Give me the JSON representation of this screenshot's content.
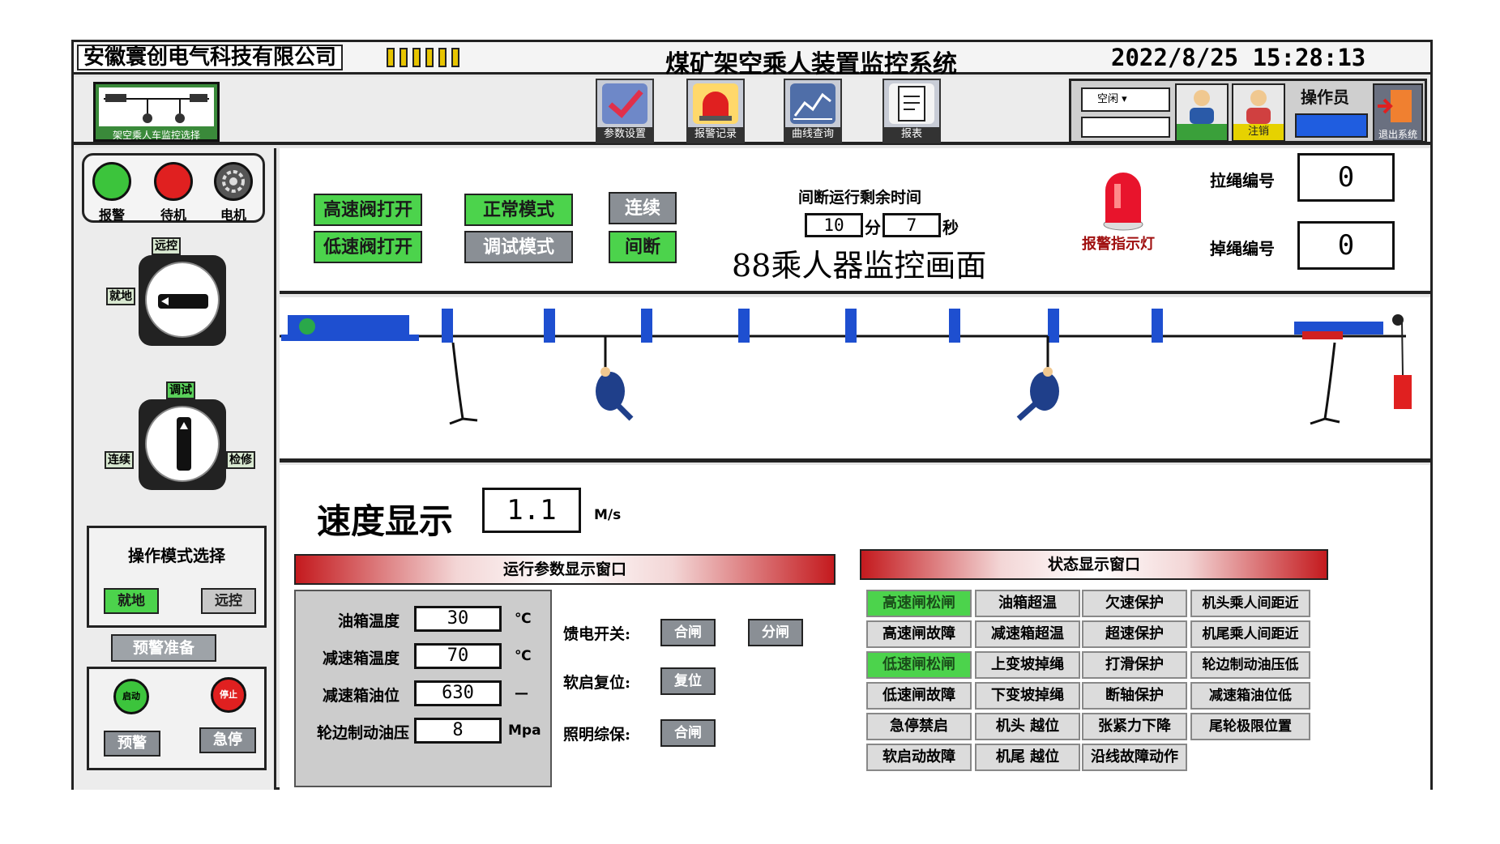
{
  "header": {
    "company": "安徽寰创电气科技有限公司",
    "title": "煤矿架空乘人装置监控系统",
    "datetime": "2022/8/25 15:28:13"
  },
  "toolbar": {
    "logo_label": "架空乘人车监控选择",
    "buttons": [
      {
        "label": "参数设置",
        "icon": "checkmark-icon"
      },
      {
        "label": "报警记录",
        "icon": "alarm-light-icon"
      },
      {
        "label": "曲线查询",
        "icon": "chart-icon"
      },
      {
        "label": "报表",
        "icon": "document-icon"
      }
    ],
    "user": {
      "select_value": "空闲",
      "login_label": "",
      "checkout_label": "注销",
      "operator_label": "操作员",
      "logout_label": "退出系统"
    }
  },
  "left": {
    "lamps": [
      {
        "label": "报警",
        "color": "#3cc43c"
      },
      {
        "label": "待机",
        "color": "#e02020"
      },
      {
        "label": "电机",
        "color": "#555555"
      }
    ],
    "knob1": {
      "top": "远控",
      "left": "就地"
    },
    "knob2": {
      "top": "调试",
      "left": "连续",
      "right": "检修"
    },
    "mode_title": "操作模式选择",
    "mode_local": "就地",
    "mode_remote": "远控",
    "prep_title": "预警准备",
    "start_label": "启动",
    "stop_label": "停止",
    "warn_label": "预警",
    "estop_label": "急停"
  },
  "monitor": {
    "btn_high_valve": "高速阀打开",
    "btn_low_valve": "低速阀打开",
    "btn_normal": "正常模式",
    "btn_debug": "调试模式",
    "btn_continuous": "连续",
    "btn_intermittent": "间断",
    "remain_label": "间断运行剩余时间",
    "remain_min": "10",
    "min_unit": "分",
    "remain_sec": "7",
    "sec_unit": "秒",
    "title": "88乘人器监控画面",
    "alarm_light_label": "报警指示灯",
    "pull_label": "拉绳编号",
    "pull_value": "0",
    "drop_label": "掉绳编号",
    "drop_value": "0"
  },
  "speed": {
    "label": "速度显示",
    "value": "1.1",
    "unit": "M/s"
  },
  "params": {
    "title": "运行参数显示窗口",
    "rows": [
      {
        "label": "油箱温度",
        "value": "30",
        "unit": "℃"
      },
      {
        "label": "减速箱温度",
        "value": "70",
        "unit": "℃"
      },
      {
        "label": "减速箱油位",
        "value": "630",
        "unit": "—"
      },
      {
        "label": "轮边制动油压",
        "value": "8",
        "unit": "Mpa"
      }
    ],
    "feed_label": "馈电开关:",
    "close_label": "合闸",
    "open_label": "分闸",
    "soft_label": "软启复位:",
    "reset_label": "复位",
    "light_label": "照明综保:",
    "light_close_label": "合闸"
  },
  "status": {
    "title": "状态显示窗口",
    "cells": [
      [
        "高速闸松闸",
        "油箱超温",
        "欠速保护",
        "机头乘人间距近"
      ],
      [
        "高速闸故障",
        "减速箱超温",
        "超速保护",
        "机尾乘人间距近"
      ],
      [
        "低速闸松闸",
        "上变坡掉绳",
        "打滑保护",
        "轮边制动油压低"
      ],
      [
        "低速闸故障",
        "下变坡掉绳",
        "断轴保护",
        "减速箱油位低"
      ],
      [
        "急停禁启",
        "机头  越位",
        "张紧力下降",
        "尾轮极限位置"
      ],
      [
        "软启动故障",
        "机尾  越位",
        "沿线故障动作",
        ""
      ]
    ],
    "active": [
      "0-0",
      "2-0"
    ]
  }
}
